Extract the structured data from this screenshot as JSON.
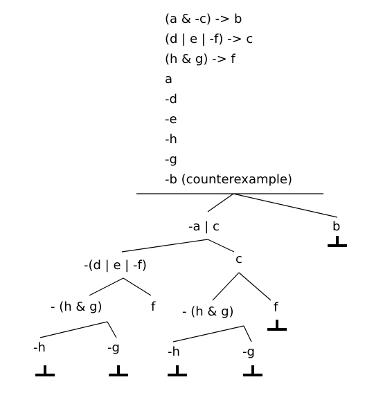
{
  "premises": [
    "(a & -c) -> b",
    "(d  |  e  |  -f) -> c",
    "(h & g) -> f",
    "a",
    "-d",
    "-e",
    "-h",
    "-g",
    "-b (counterexample)"
  ],
  "tree": {
    "root_left": "-a  |  c",
    "root_right": "b",
    "left_of_disjunction": "-(d  |  e  |  -f)",
    "right_of_disjunction": "c",
    "neg_h_and_g_left": "- (h & g)",
    "f_left": "f",
    "neg_h_and_g_right": "- (h & g)",
    "f_right": "f",
    "leaf_neg_h_left": "-h",
    "leaf_neg_g_left": "-g",
    "leaf_neg_h_right": "-h",
    "leaf_neg_g_right": "-g"
  },
  "closed_branch_symbol": "⊥"
}
